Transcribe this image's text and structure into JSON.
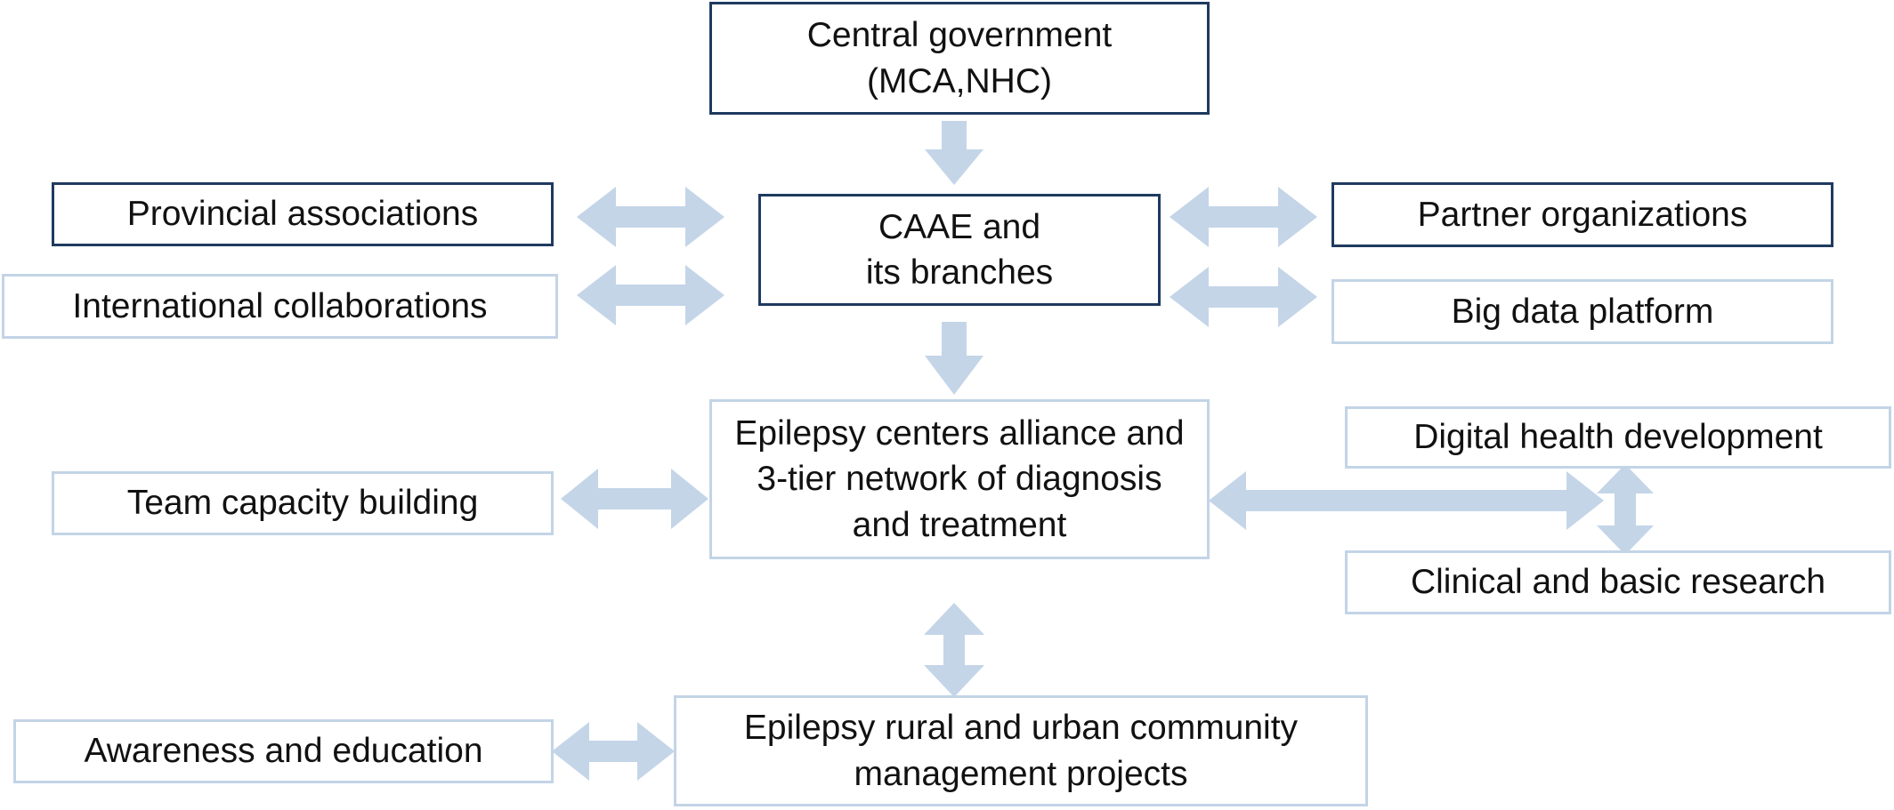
{
  "colors": {
    "dark_border": "#1f3a5f",
    "light_border": "#c3d4e6",
    "arrow_fill": "#c4d5e8",
    "text": "#111111"
  },
  "nodes": {
    "central_government": "Central government\n(MCA,NHC)",
    "provincial_associations": "Provincial associations",
    "caae": "CAAE and\nits branches",
    "partner_organizations": "Partner organizations",
    "international_collaborations": "International collaborations",
    "big_data_platform": "Big data platform",
    "epilepsy_centers_alliance": "Epilepsy centers alliance and\n3-tier network of diagnosis\nand treatment",
    "digital_health_development": "Digital health development",
    "team_capacity_building": "Team capacity building",
    "clinical_basic_research": "Clinical and basic research",
    "community_management_projects": "Epilepsy rural and urban community\nmanagement projects",
    "awareness_education": "Awareness and education"
  }
}
